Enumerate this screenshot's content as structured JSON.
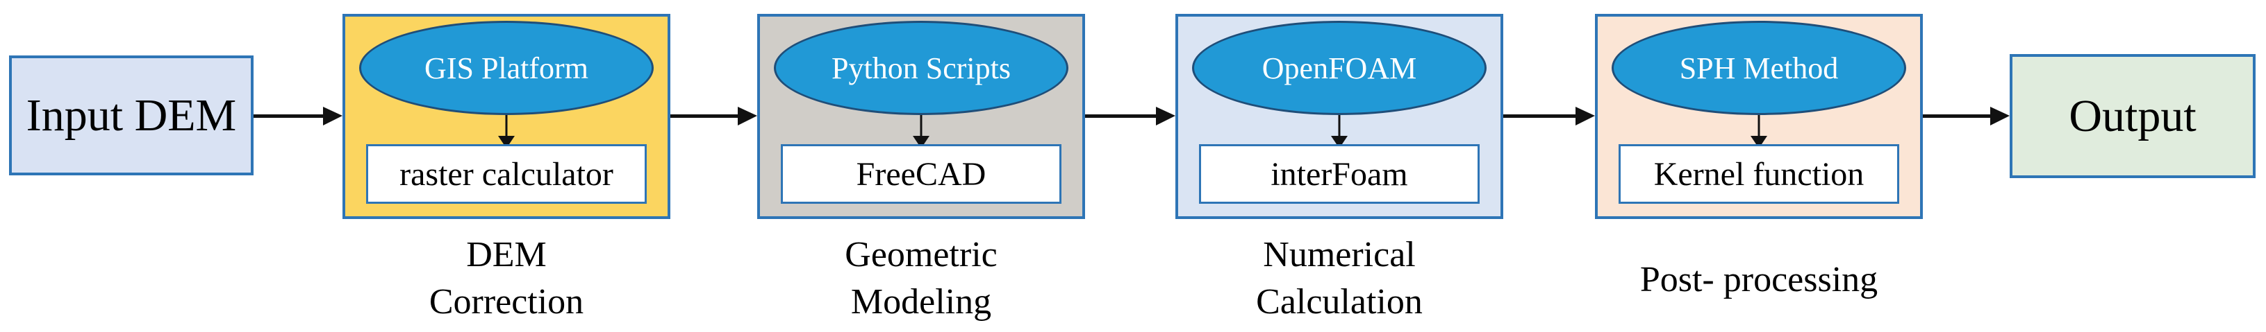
{
  "flow": {
    "input_label": "Input DEM",
    "output_label": "Output",
    "modules": [
      {
        "tool": "GIS Platform",
        "component": "raster calculator",
        "stage": [
          "DEM",
          "Correction"
        ]
      },
      {
        "tool": "Python Scripts",
        "component": "FreeCAD",
        "stage": [
          "Geometric",
          "Modeling"
        ]
      },
      {
        "tool": "OpenFOAM",
        "component": "interFoam",
        "stage": [
          "Numerical",
          "Calculation"
        ]
      },
      {
        "tool": "SPH Method",
        "component": "Kernel function",
        "stage": [
          "Post- processing"
        ]
      }
    ],
    "colors": {
      "input_fill": "#D9E2F3",
      "output_fill": "#E0ECDD",
      "module_fills": [
        "#FBD560",
        "#D0CDC8",
        "#DAE4F3",
        "#FBE5D5"
      ],
      "ellipse_fill": "#2199D6",
      "ellipse_border": "#1F4E79",
      "box_border": "#2E75B6",
      "component_fill": "#FFFFFF",
      "arrow": "#111111",
      "text": "#000000"
    }
  }
}
